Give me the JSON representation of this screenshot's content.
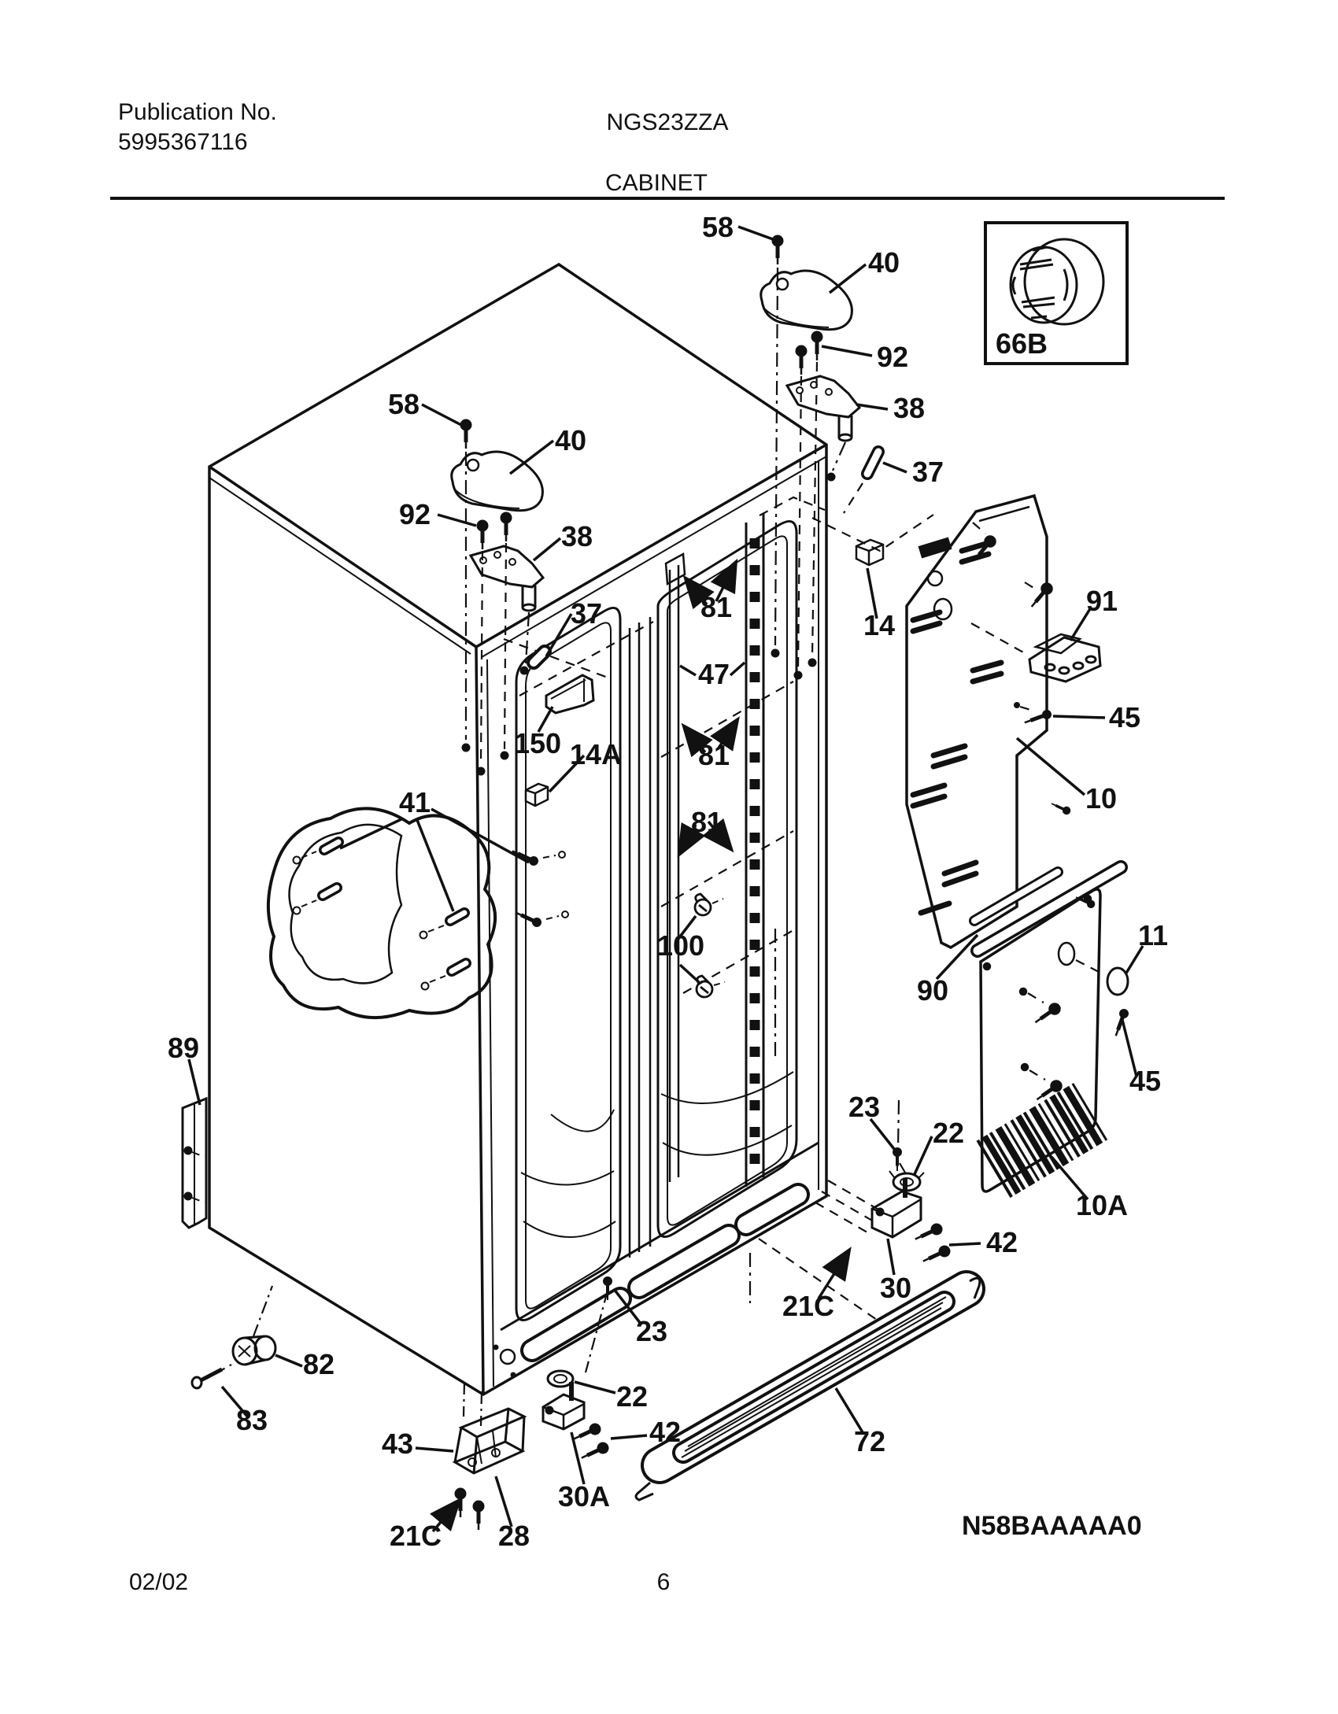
{
  "header": {
    "publication_label": "Publication No.",
    "publication_number": "5995367116",
    "model_number": "NGS23ZZA",
    "section_title": "CABINET"
  },
  "footer": {
    "revision_date": "02/02",
    "page_number": "6",
    "diagram_code": "N58BAAAAA0"
  },
  "colors": {
    "ink": "#111111",
    "paper": "#ffffff"
  },
  "inset": {
    "label": "66B"
  },
  "labels": {
    "top_screw_left": "58",
    "top_cover_left": "40",
    "hinge_screws_left": "92",
    "top_hinge_left": "38",
    "top_screw_right": "58",
    "top_cover_right": "40",
    "hinge_screws_right": "92",
    "top_hinge_right": "38",
    "pin_left": "37",
    "pin_right": "37",
    "bracket_150": "150",
    "clip_14a": "14A",
    "clip_14": "14",
    "baffle_41": "41",
    "rail_screws_top": "81",
    "shelf_rail_47": "47",
    "rail_screws_mid": "81",
    "rail_screws_bottom": "81",
    "clips_100": "100",
    "cover_91": "91",
    "screw_45_upper": "45",
    "air_duct_10": "10",
    "trim_90": "90",
    "grommet_11": "11",
    "screw_45_lower": "45",
    "back_panel_10a": "10A",
    "plate_89": "89",
    "screw_23_right": "23",
    "roller_22_right": "22",
    "screws_42_right": "42",
    "bracket_30": "30",
    "screw_21c_center": "21C",
    "screw_23_left": "23",
    "roller_22_left": "22",
    "screws_42_left": "42",
    "roller_82": "82",
    "screw_83": "83",
    "bracket_43": "43",
    "bracket_30a": "30A",
    "screw_21c_left": "21C",
    "screw_28": "28",
    "grille_72": "72",
    "plug_66b": "66B"
  }
}
